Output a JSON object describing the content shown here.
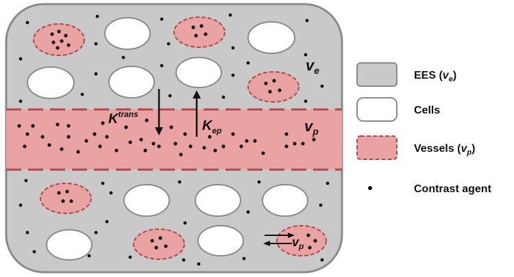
{
  "colors": {
    "ees": "#c9c9c9",
    "ees_border": "#888888",
    "vessel_fill": "#eaa3a3",
    "vessel_border": "#b04848",
    "cell_fill": "#ffffff",
    "agent": "#111111"
  },
  "labels": {
    "ve": "v",
    "ve_sub": "e",
    "vp": "v",
    "vp_sub": "p",
    "ktrans": "K",
    "ktrans_sup": "trans",
    "kep": "K",
    "kep_sub": "ep",
    "vp_small": "v",
    "vp_small_sub": "p"
  },
  "legend": [
    {
      "key": "ees",
      "text": "EES (",
      "var": "v",
      "sub": "e",
      "close": ")"
    },
    {
      "key": "cells",
      "text": "Cells",
      "var": "",
      "sub": "",
      "close": ""
    },
    {
      "key": "vessels",
      "text": "Vessels (",
      "var": "v",
      "sub": "p",
      "close": ")"
    },
    {
      "key": "agent",
      "text": "Contrast agent",
      "var": "",
      "sub": "",
      "close": ""
    }
  ]
}
